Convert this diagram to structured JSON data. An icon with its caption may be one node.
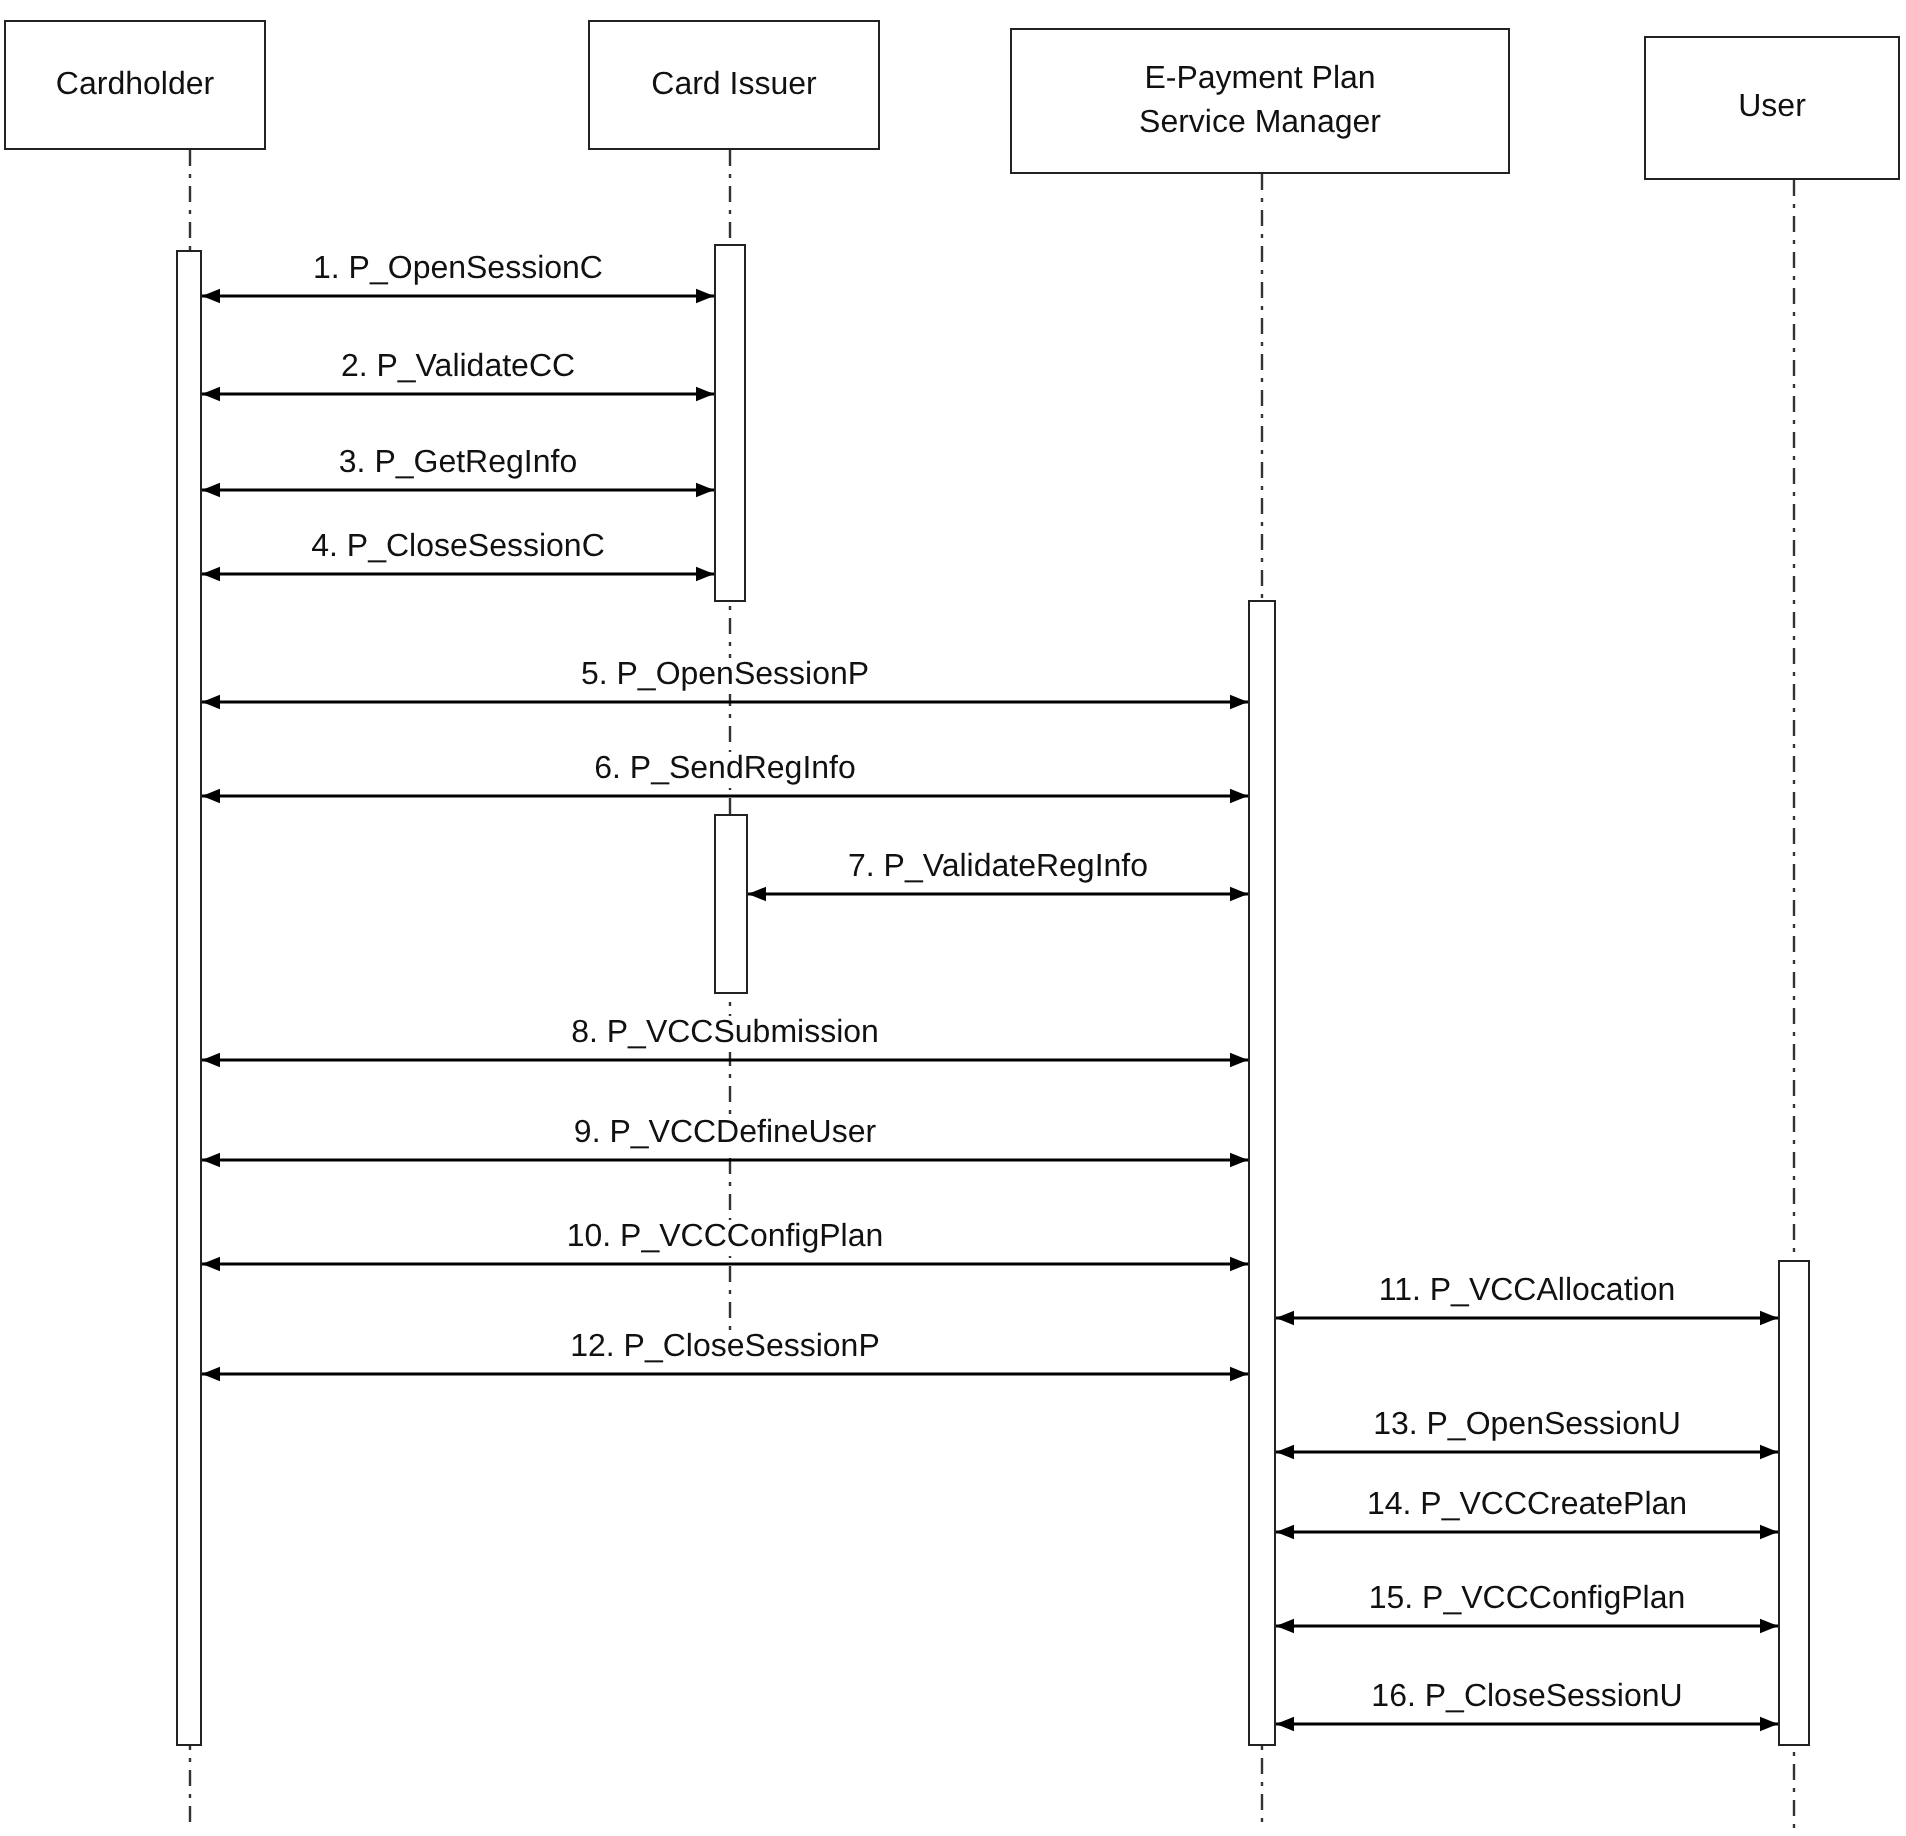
{
  "diagram": {
    "nodes": [
      {
        "text": [
          "Cardholder"
        ]
      },
      {
        "text": [
          "Card Issuer"
        ]
      },
      {
        "text": [
          "E-Payment Plan Service Manager"
        ]
      },
      {
        "text": [
          "User"
        ]
      },
      {
        "text": [],
        "shape": "bar"
      },
      {
        "text": [],
        "shape": "bar"
      },
      {
        "text": [],
        "shape": "bar"
      },
      {
        "text": [],
        "shape": "bar"
      },
      {
        "text": [],
        "shape": "bar"
      }
    ],
    "edges": [
      {
        "from": 4,
        "to": 5,
        "arrow": "both",
        "label": "1. P_OpenSessionC"
      },
      {
        "from": 4,
        "to": 5,
        "arrow": "both",
        "label": "2. P_ValidateCC"
      },
      {
        "from": 4,
        "to": 5,
        "arrow": "both",
        "label": "3. P_GetRegInfo"
      },
      {
        "from": 4,
        "to": 5,
        "arrow": "both",
        "label": "4. P_CloseSessionC"
      },
      {
        "from": 4,
        "to": 7,
        "arrow": "both",
        "label": "5. P_OpenSessionP"
      },
      {
        "from": 4,
        "to": 7,
        "arrow": "both",
        "label": "6. P_SendRegInfo"
      },
      {
        "from": 6,
        "to": 7,
        "arrow": "both",
        "label": "7. P_ValidateRegInfo"
      },
      {
        "from": 4,
        "to": 7,
        "arrow": "both",
        "label": "8. P_VCCSubmission"
      },
      {
        "from": 4,
        "to": 7,
        "arrow": "both",
        "label": "9. P_VCCDefineUser"
      },
      {
        "from": 4,
        "to": 7,
        "arrow": "both",
        "label": "10. P_VCCConfigPlan"
      },
      {
        "from": 7,
        "to": 8,
        "arrow": "both",
        "label": "11. P_VCCAllocation"
      },
      {
        "from": 4,
        "to": 7,
        "arrow": "both",
        "label": "12. P_CloseSessionP"
      },
      {
        "from": 7,
        "to": 8,
        "arrow": "both",
        "label": "13. P_OpenSessionU"
      },
      {
        "from": 7,
        "to": 8,
        "arrow": "both",
        "label": "14. P_VCCCreatePlan"
      },
      {
        "from": 7,
        "to": 8,
        "arrow": "both",
        "label": "15. P_VCCConfigPlan"
      },
      {
        "from": 7,
        "to": 8,
        "arrow": "both",
        "label": "16. P_CloseSessionU"
      }
    ]
  }
}
